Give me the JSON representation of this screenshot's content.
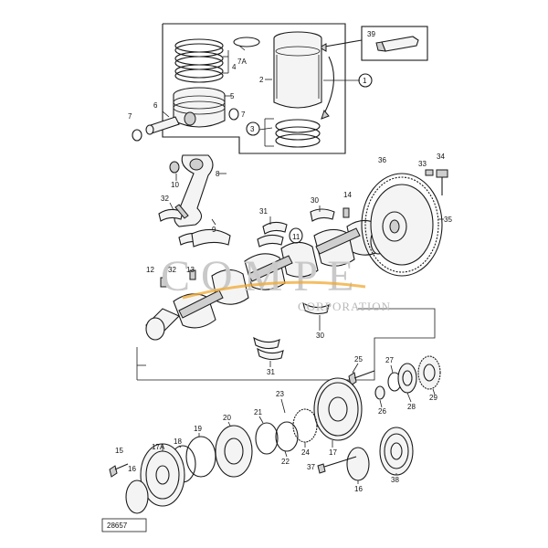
{
  "diagram": {
    "reference_number": "28657",
    "watermark_primary": "C O M P E",
    "watermark_secondary": "CORPORATION",
    "labels": {
      "l39": "39",
      "l7A_top": "7A",
      "l4": "4",
      "l2": "2",
      "l1": "1",
      "l5": "5",
      "l6": "6",
      "l7a": "7",
      "l7b": "7",
      "l3": "3",
      "l8": "8",
      "l10": "10",
      "l32a": "32",
      "l9": "9",
      "l36": "36",
      "l33": "33",
      "l34": "34",
      "l35": "35",
      "l14": "14",
      "l30a": "30",
      "l31a": "31",
      "l11": "11",
      "l12": "12",
      "l32b": "32",
      "l13": "13",
      "l30b": "30",
      "l31b": "31",
      "l25": "25",
      "l27": "27",
      "l26": "26",
      "l28": "28",
      "l29": "29",
      "l23": "23",
      "l21": "21",
      "l20": "20",
      "l19": "19",
      "l18": "18",
      "l17A": "17A",
      "l15": "15",
      "l16a": "16",
      "l22": "22",
      "l24": "24",
      "l17": "17",
      "l37": "37",
      "l16b": "16",
      "l38": "38"
    }
  }
}
